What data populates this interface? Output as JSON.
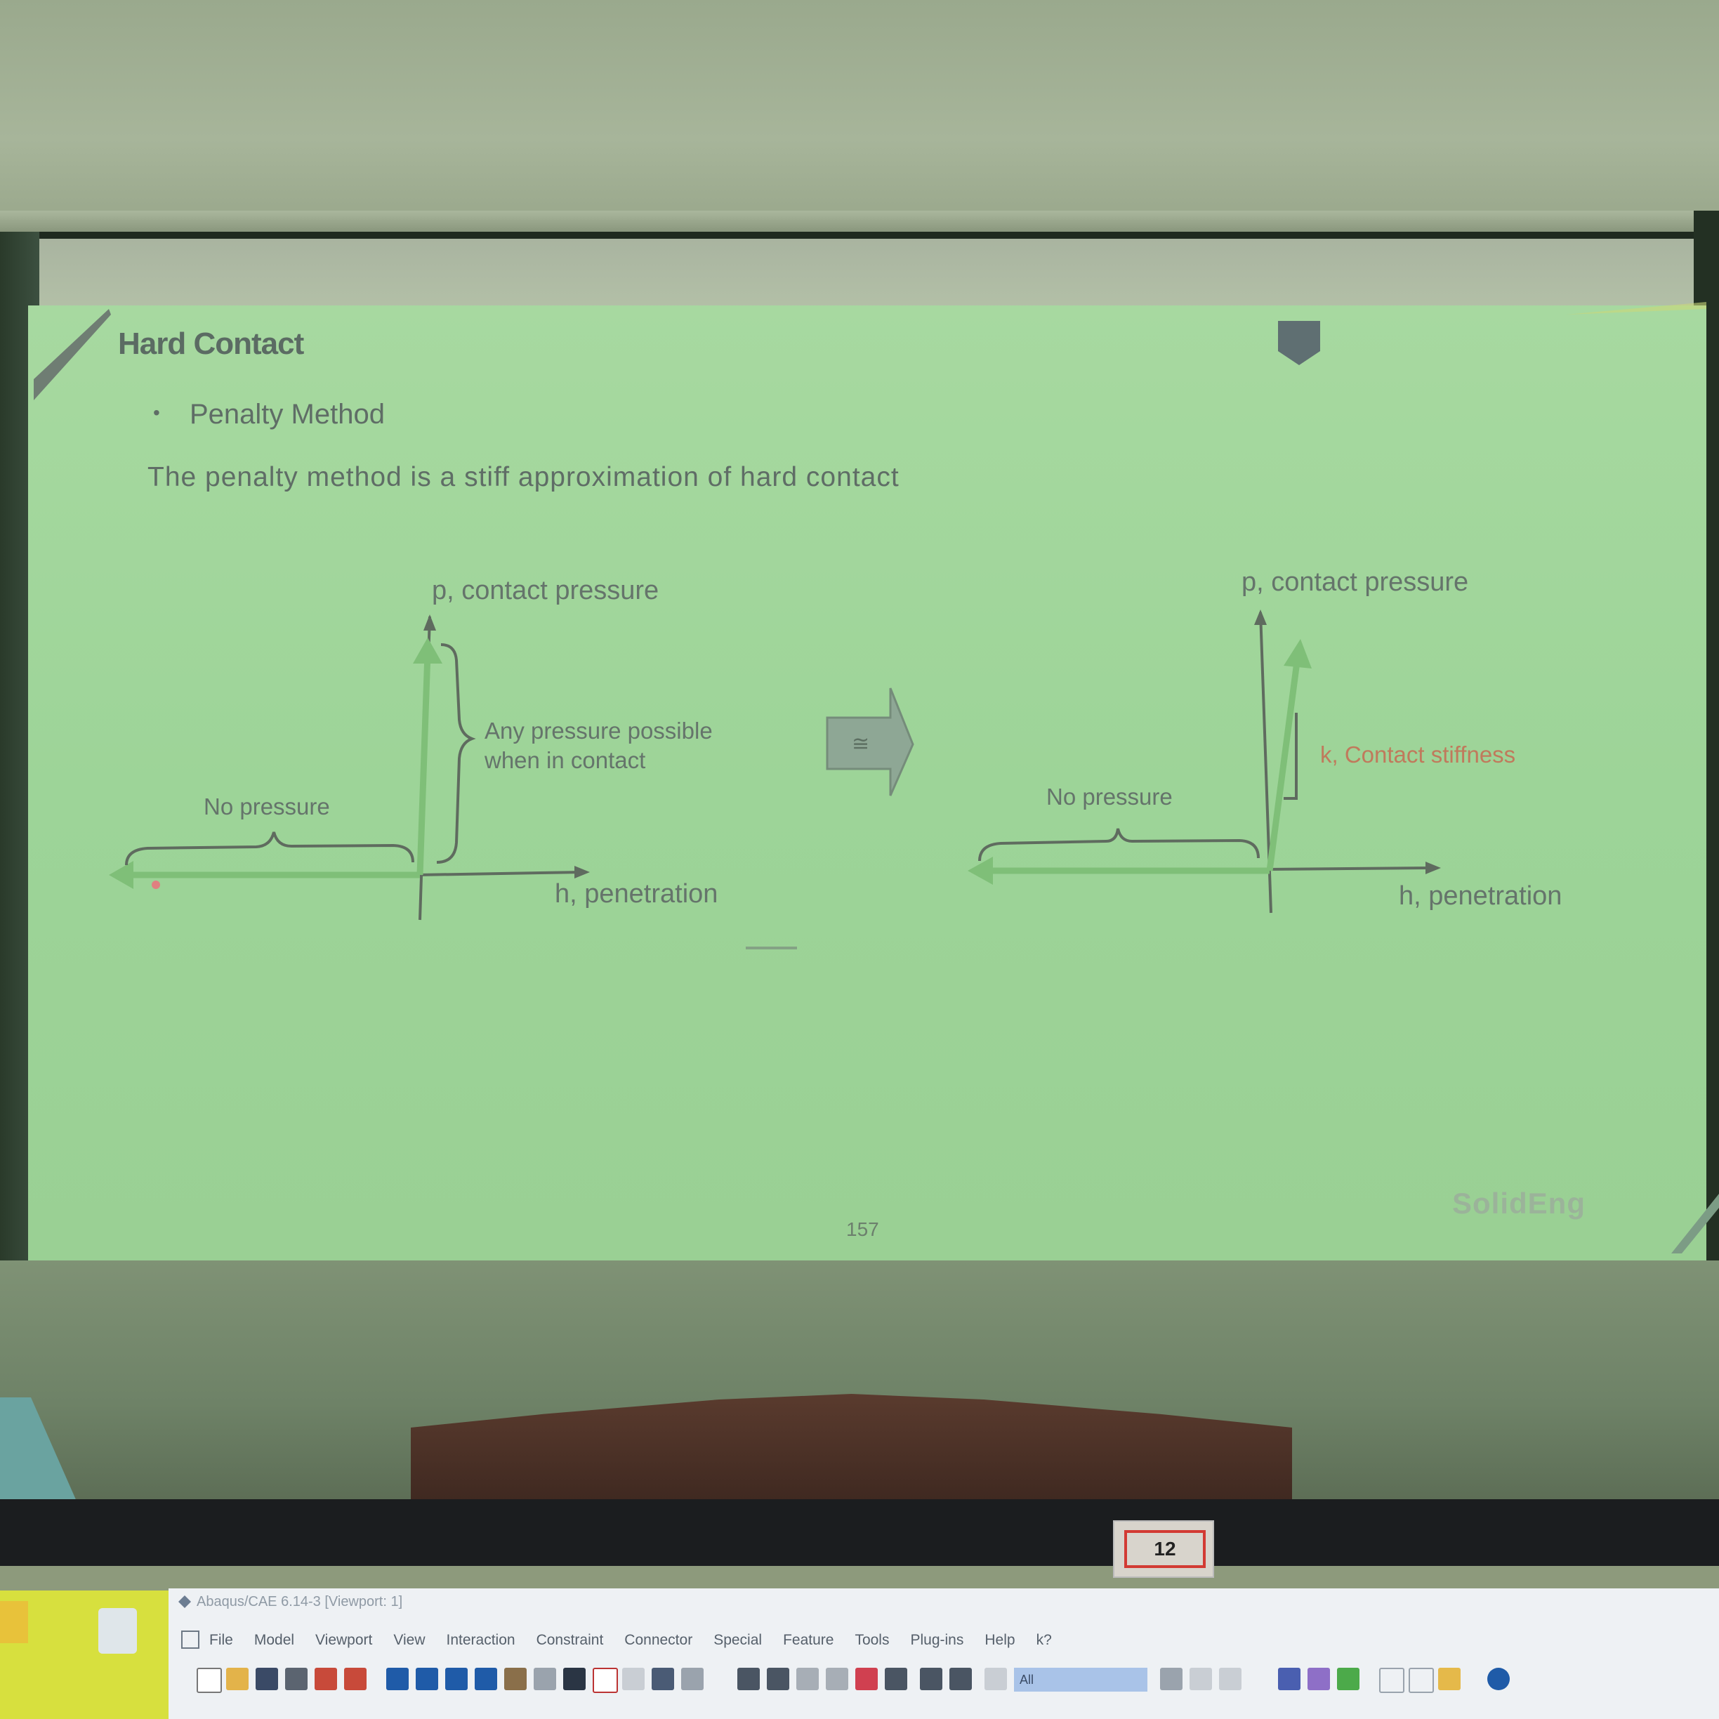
{
  "slide": {
    "title": "Hard Contact",
    "bullet_marker": "•",
    "bullet": "Penalty Method",
    "subtitle": "The penalty method is a stiff approximation of hard contact",
    "page_number": "157",
    "logo": "SolidEng",
    "left_diagram": {
      "y_axis_label": "p, contact pressure",
      "x_axis_label": "h, penetration",
      "no_pressure_label": "No pressure",
      "contact_label_line1": "Any pressure possible",
      "contact_label_line2": "when in contact"
    },
    "arrow_symbol": "≅",
    "right_diagram": {
      "y_axis_label": "p, contact pressure",
      "x_axis_label": "h, penetration",
      "no_pressure_label": "No pressure",
      "stiffness_label": "k, Contact stiffness"
    }
  },
  "monitor": {
    "sticker": "12",
    "app_title": "Abaqus/CAE 6.14-3 [Viewport: 1]",
    "menu": [
      "File",
      "Model",
      "Viewport",
      "View",
      "Interaction",
      "Constraint",
      "Connector",
      "Special",
      "Feature",
      "Tools",
      "Plug-ins",
      "Help",
      "k?"
    ],
    "selection_filter": "All"
  },
  "colors": {
    "slide_bg": "#9dd498",
    "curve": "#7fbf78",
    "axis": "#5f6b5f",
    "accent_text": "#c07a5c"
  }
}
